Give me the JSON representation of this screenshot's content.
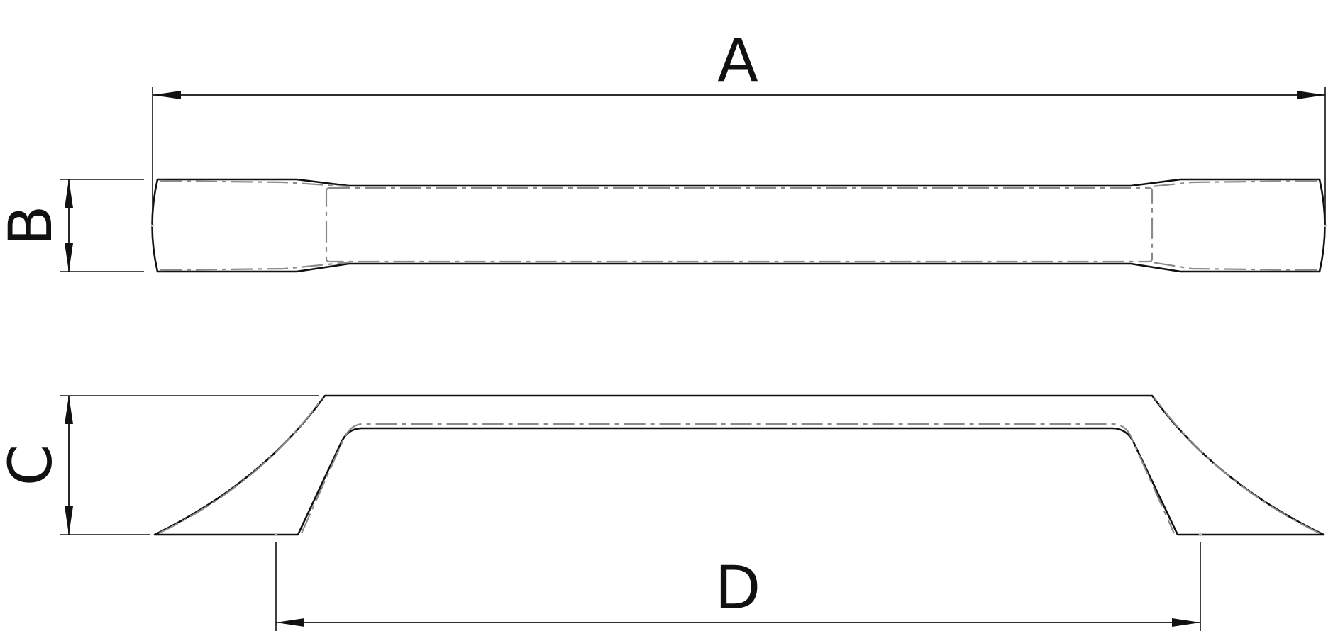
{
  "dimensions": {
    "a": "A",
    "b": "B",
    "c": "C",
    "d": "D"
  },
  "colors": {
    "outline": "#111111",
    "hidden": "#8a8a8a",
    "background": "#ffffff"
  }
}
